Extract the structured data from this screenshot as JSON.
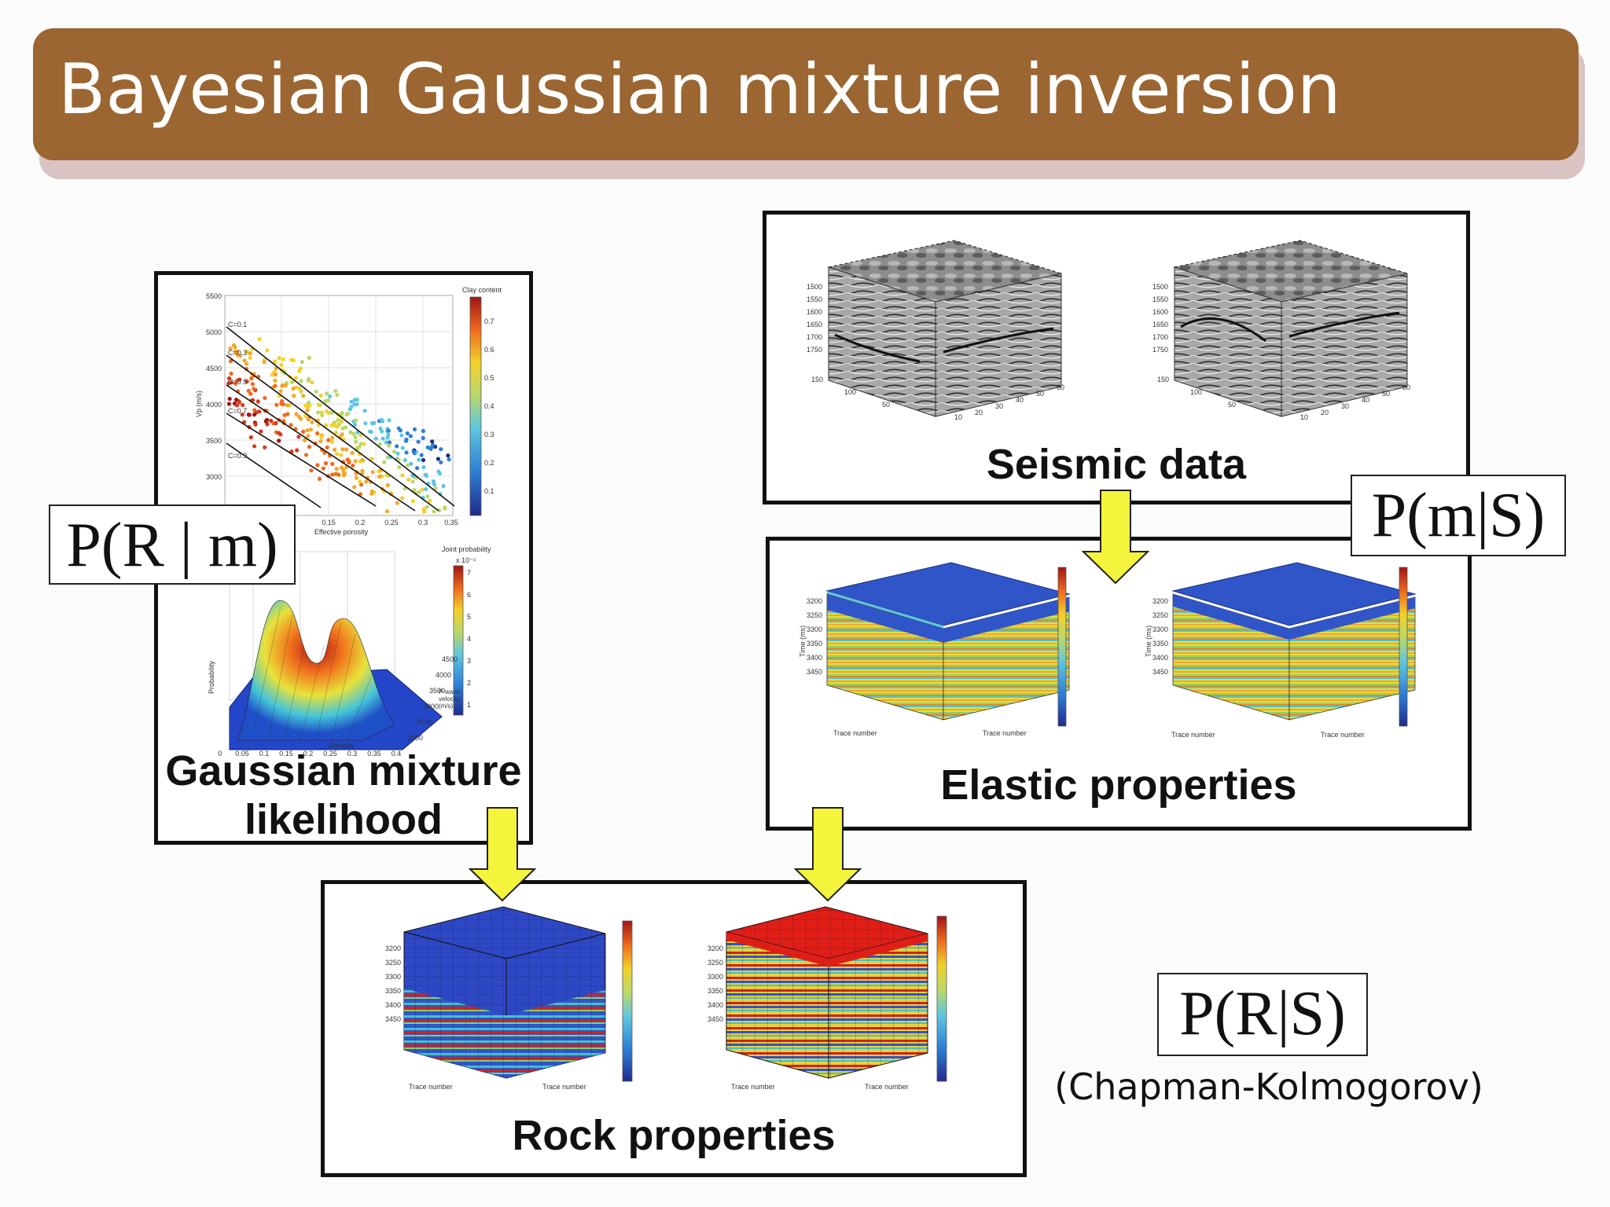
{
  "title": "Bayesian Gaussian mixture inversion",
  "panels": {
    "likelihood": {
      "caption_line1": "Gaussian mixture",
      "caption_line2": "likelihood",
      "formula": "P(R | m)",
      "scatter_ylabel": "Vp (m/s)",
      "scatter_xlabel": "Effective porosity",
      "scatter_colorbar_title": "Clay content",
      "scatter_yticks": [
        "5500",
        "5000",
        "4500",
        "4000",
        "3500",
        "3000"
      ],
      "scatter_xticks": [
        "0.15",
        "0.2",
        "0.25",
        "0.3",
        "0.35"
      ],
      "scatter_cbticks": [
        "0.7",
        "0.6",
        "0.5",
        "0.4",
        "0.3",
        "0.2",
        "0.1"
      ],
      "trend_labels": [
        "C=0.1",
        "C=0.3",
        "C=0.5",
        "C=0.7",
        "C=0.9"
      ],
      "surface_title": "Joint probability",
      "surface_exponent": "x 10⁻⁵",
      "surface_ylabel": "Probability",
      "surface_xlabel": "Porosity",
      "surface_vlabel": "P-wave velocity (m/s)",
      "surface_xticks": [
        "0",
        "0.05",
        "0.1",
        "0.15",
        "0.2",
        "0.25",
        "0.3",
        "0.35",
        "0.4"
      ],
      "surface_vticks": [
        "4500",
        "4000",
        "3500",
        "3000",
        "2500",
        "2000"
      ],
      "surface_cbticks": [
        "7",
        "6",
        "5",
        "4",
        "3",
        "2",
        "1"
      ]
    },
    "seismic": {
      "caption": "Seismic data",
      "time_ticks": [
        "1500",
        "1550",
        "1600",
        "1650",
        "1700",
        "1750"
      ],
      "axis_ticks_a": [
        "150",
        "100",
        "50"
      ],
      "axis_ticks_b": [
        "10",
        "20",
        "30",
        "40",
        "50",
        "60"
      ]
    },
    "elastic": {
      "caption": "Elastic properties",
      "formula": "P(m|S)",
      "time_ticks": [
        "3200",
        "3250",
        "3300",
        "3350",
        "3400",
        "3450"
      ],
      "time_label": "Time (ms)",
      "trace_label": "Trace number"
    },
    "rock": {
      "caption": "Rock properties",
      "time_ticks": [
        "3200",
        "3250",
        "3300",
        "3350",
        "3400",
        "3450"
      ],
      "trace_label": "Trace number"
    },
    "posterior": {
      "formula": "P(R|S)",
      "note": "(Chapman-Kolmogorov)"
    }
  },
  "colors": {
    "title_bar": "#9b6632",
    "arrow_fill": "#f4f43c",
    "jet_low": "#1f3fb4",
    "jet_high": "#d01a14"
  }
}
